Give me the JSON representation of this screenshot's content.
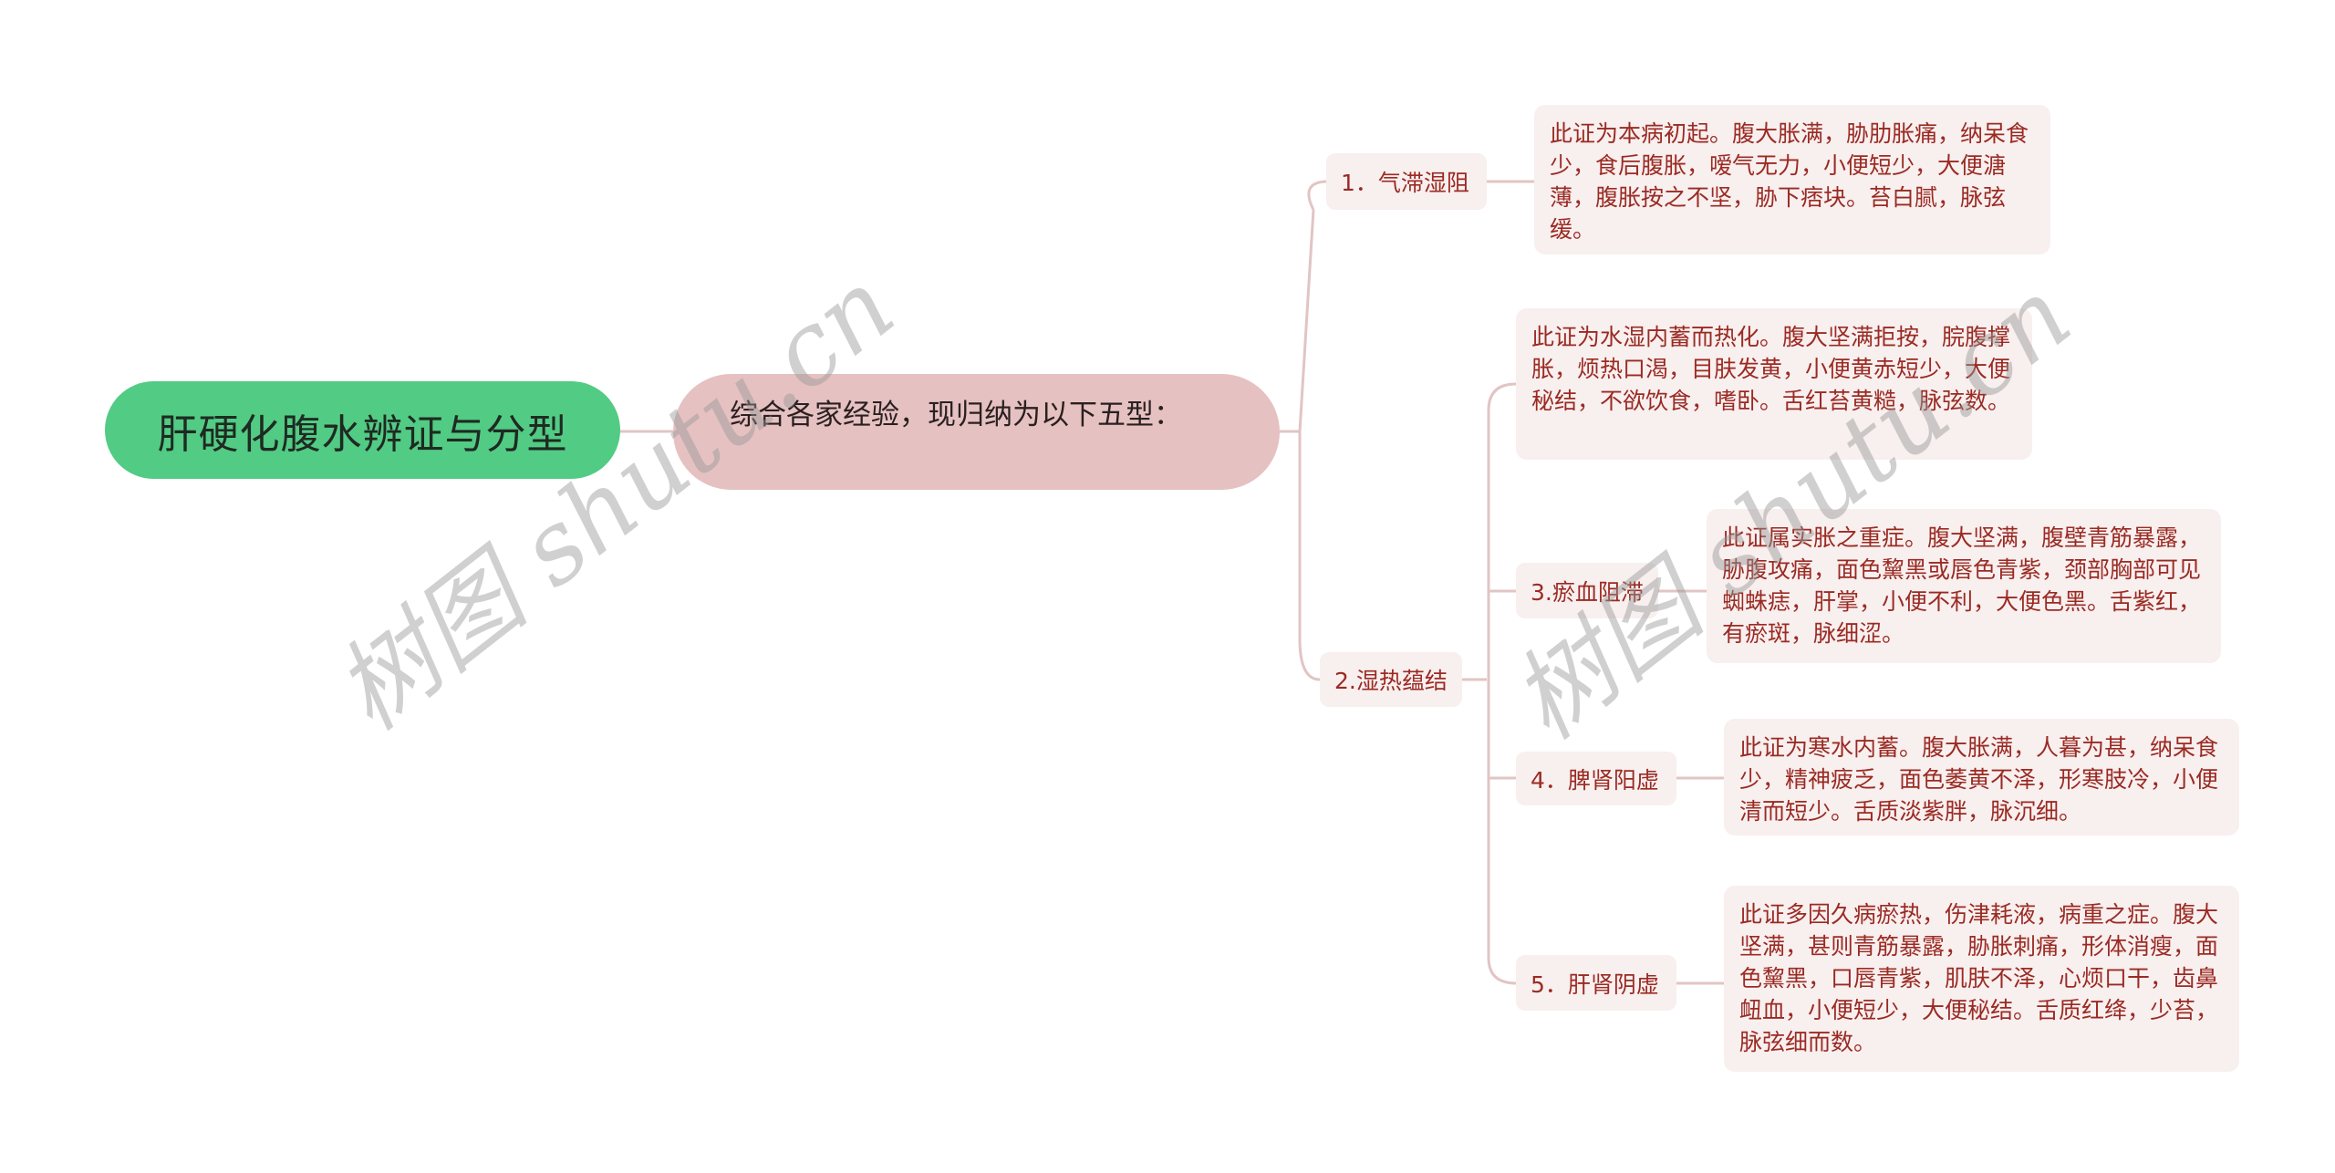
{
  "root": {
    "label": "肝硬化腹水辨证与分型"
  },
  "summary": {
    "label": "综合各家经验，现归纳为以下五型："
  },
  "branches": [
    {
      "label": "1．气滞湿阻",
      "description": "此证为本病初起。腹大胀满，胁肋胀痛，纳呆食少，食后腹胀，嗳气无力，小便短少，大便溏薄，腹胀按之不坚，胁下痞块。苔白腻，脉弦缓。"
    },
    {
      "label": "2.湿热蕴结",
      "description": "此证为水湿内蓄而热化。腹大坚满拒按，脘腹撑胀，烦热口渴，目肤发黄，小便黄赤短少，大便秘结，不欲饮食，嗜卧。舌红苔黄糙，脉弦数。",
      "children": [
        {
          "label": "3.瘀血阻滞",
          "description": "此证属实胀之重症。腹大坚满，腹壁青筋暴露，胁腹攻痛，面色黧黑或唇色青紫，颈部胸部可见蜘蛛痣，肝掌，小便不利，大便色黑。舌紫红，有瘀斑，脉细涩。"
        },
        {
          "label": "4．脾肾阳虚",
          "description": "此证为寒水内蓄。腹大胀满，人暮为甚，纳呆食少，精神疲乏，面色萎黄不泽，形寒肢冷，小便清而短少。舌质淡紫胖，脉沉细。"
        },
        {
          "label": "5．肝肾阴虚",
          "description": "此证多因久病瘀热，伤津耗液，病重之症。腹大坚满，甚则青筋暴露，胁胀刺痛，形体消瘦，面色黧黑，口唇青紫，肌肤不泽，心烦口干，齿鼻衄血，小便短少，大便秘结。舌质红绛，少苔，脉弦细而数。"
        }
      ]
    }
  ],
  "watermark": {
    "text": "树图 shutu.cn"
  },
  "colors": {
    "root_bg": "#52cb84",
    "summary_bg": "#e6c1c1",
    "node_bg": "#f8efef",
    "node_text": "#9a2b23",
    "connector": "#e2c4c4"
  }
}
